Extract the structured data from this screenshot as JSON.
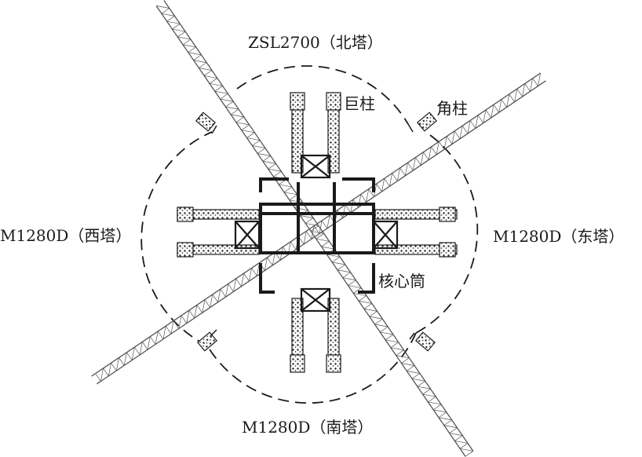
{
  "labels": {
    "north_tower": "ZSL2700（北塔）",
    "west_tower": "M1280D（西塔）",
    "east_tower": "M1280D（东塔）",
    "south_tower": "M1280D（南塔）",
    "mega_column": "巨柱",
    "corner_column": "角柱",
    "core_tube": "核心筒"
  },
  "colors": {
    "line": "#1a1a1a",
    "fill_dark": "#3a3a3a",
    "crane": "#555555"
  }
}
